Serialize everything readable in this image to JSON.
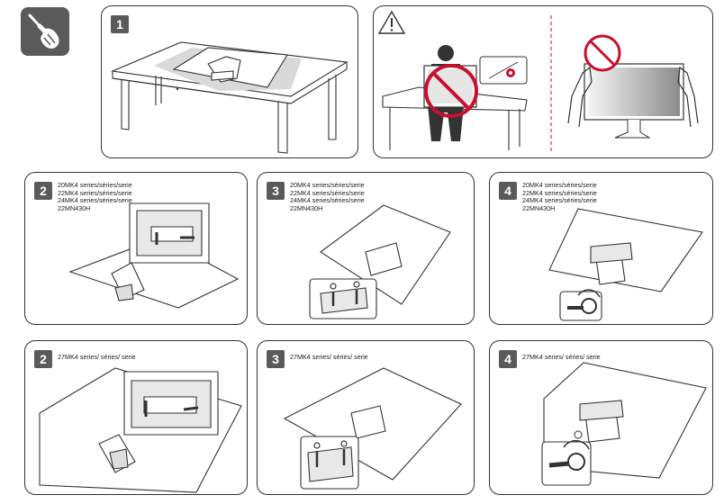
{
  "top": {
    "step1_number": "1"
  },
  "row1": [
    {
      "number": "2",
      "models": [
        "20MK4 series/séries/serie",
        "22MK4 series/séries/serie",
        "24MK4 series/séries/serie",
        "22MN430H"
      ]
    },
    {
      "number": "3",
      "models": [
        "20MK4 series/séries/serie",
        "22MK4 series/séries/serie",
        "24MK4 series/séries/serie",
        "22MN430H"
      ]
    },
    {
      "number": "4",
      "models": [
        "20MK4 series/séries/serie",
        "22MK4 series/séries/serie",
        "24MK4 series/séries/serie",
        "22MN430H"
      ]
    }
  ],
  "row2": [
    {
      "number": "2",
      "models": [
        "27MK4 series/ séries/ serie"
      ]
    },
    {
      "number": "3",
      "models": [
        "27MK4 series/ séries/ serie"
      ]
    },
    {
      "number": "4",
      "models": [
        "27MK4 series/ séries/ serie"
      ]
    }
  ],
  "icons": {
    "tool": "screwdriver-hand-icon",
    "warning": "warning-triangle-icon",
    "prohibited": "prohibited-circle-icon"
  },
  "colors": {
    "badge": "#5a5a5a",
    "prohibit": "#c8102e",
    "warning_line": "#c8102e"
  }
}
